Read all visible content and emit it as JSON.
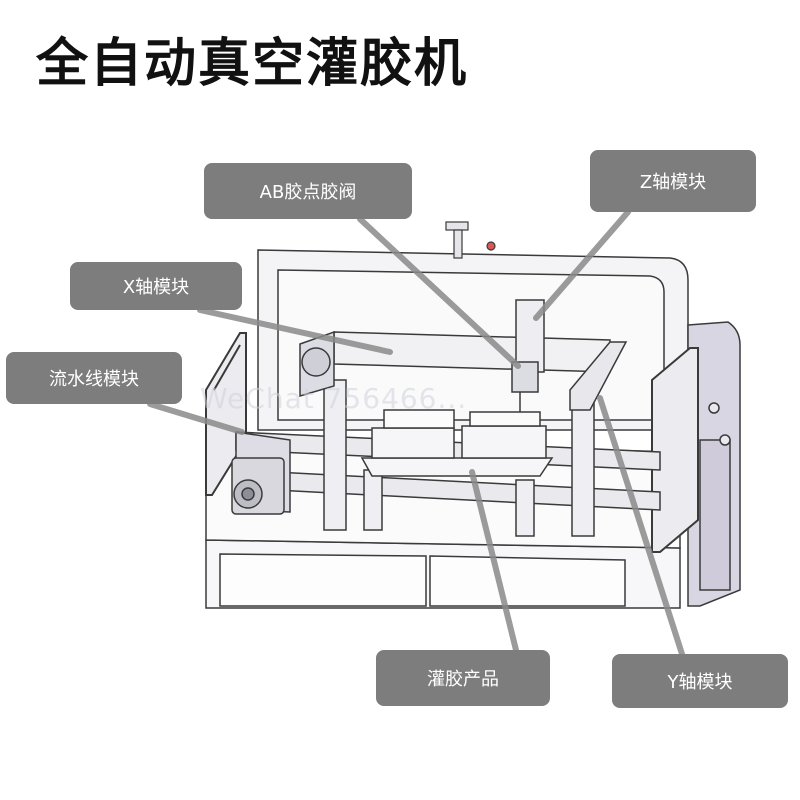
{
  "title": "全自动真空灌胶机",
  "watermark": "WeChat 756466... ",
  "callouts": {
    "ab_valve": "AB胶点胶阀",
    "z_module": "Z轴模块",
    "x_module": "X轴模块",
    "conveyor_module": "流水线模块",
    "potting_product": "灌胶产品",
    "y_module": "Y轴模块"
  },
  "colors": {
    "callout_bg": "#7d7d7d",
    "leader": "#7d7d7d",
    "machine_line": "#3a3a3a",
    "machine_fill": "#f2f2f4",
    "side_panel": "#d9d6e3"
  }
}
